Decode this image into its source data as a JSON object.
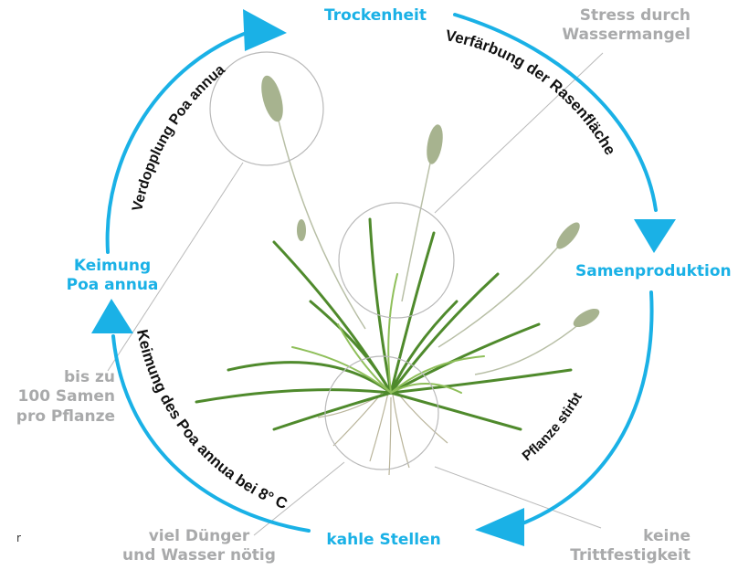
{
  "cycle": {
    "stage_top": "Trockenheit",
    "stage_right": "Samenproduktion",
    "stage_bottom": "kahle Stellen",
    "stage_left": [
      "Keimung",
      "Poa annua"
    ]
  },
  "arc_labels": {
    "top_right": "Verfärbung der Rasenfläche",
    "right_bottom": "Pflanze stirbt",
    "bottom_left": "Keimung des Poa annua bei 8° C",
    "left_top": "Verdopplung Poa annua"
  },
  "callouts": {
    "top_right": [
      "Stress durch",
      "Wassermangel"
    ],
    "left": [
      "bis zu",
      "100 Samen",
      "pro Pflanze"
    ],
    "bottom_left": [
      "viel Dünger",
      "und Wasser nötig"
    ],
    "bottom_right": [
      "keine",
      "Trittfestigkeit"
    ]
  },
  "stray_text": "r",
  "colors": {
    "cycle_blue": "#1ab1e6",
    "callout_grey": "#a9aaab",
    "arc_text": "#111111",
    "plant_green": "#4f8a2c"
  }
}
